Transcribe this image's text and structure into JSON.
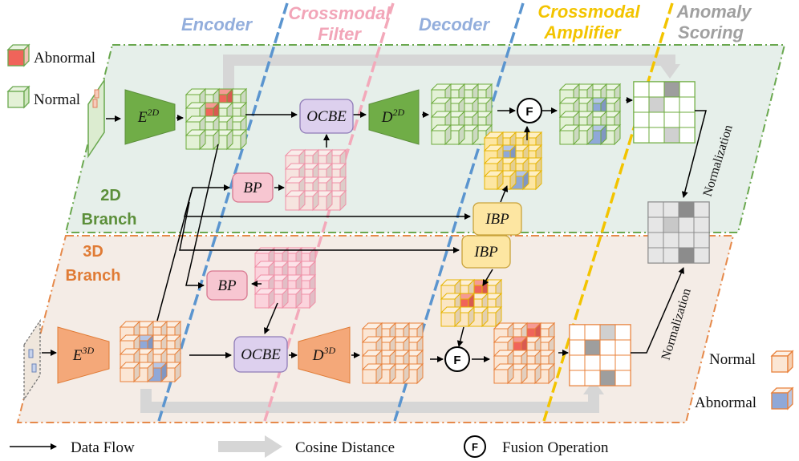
{
  "stages": {
    "encoder": "Encoder",
    "filter_line1": "Crossmodal",
    "filter_line2": "Filter",
    "decoder": "Decoder",
    "amplifier_line1": "Crossmodal",
    "amplifier_line2": "Amplifier",
    "scoring_line1": "Anomaly",
    "scoring_line2": "Scoring"
  },
  "branches": {
    "b2d_line1": "2D",
    "b2d_line2": "Branch",
    "b3d_line1": "3D",
    "b3d_line2": "Branch"
  },
  "modules": {
    "e2d_base": "E",
    "e2d_sup": "2D",
    "d2d_base": "D",
    "d2d_sup": "2D",
    "e3d_base": "E",
    "e3d_sup": "3D",
    "d3d_base": "D",
    "d3d_sup": "3D",
    "ocbe": "OCBE",
    "bp": "BP",
    "ibp": "IBP",
    "fusion": "F"
  },
  "normalization": "Normalization",
  "legend": {
    "abnormal": "Abnormal",
    "normal": "Normal",
    "data_flow": "Data Flow",
    "cosine_distance": "Cosine Distance",
    "fusion_operation": "Fusion Operation"
  },
  "colors": {
    "green_edge": "#6cab3c",
    "green_fill": "#e3f1d6",
    "orange_edge": "#e8803a",
    "orange_fill": "#fbe6d4",
    "pink_edge": "#f08fa6",
    "pink_fill": "#fbd3dc",
    "yellow_edge": "#e7b400",
    "yellow_fill": "#fde6a2",
    "abnormal_red": "#f0645a",
    "abnormal_blue": "#8fa8d8",
    "ocbe_fill": "#ddd0ee",
    "encoder_blue": "#8fb0dc",
    "filter_pink": "#f2a5b8",
    "amplifier_yellow": "#f3c400",
    "scoring_gray": "#a0a0a0"
  }
}
